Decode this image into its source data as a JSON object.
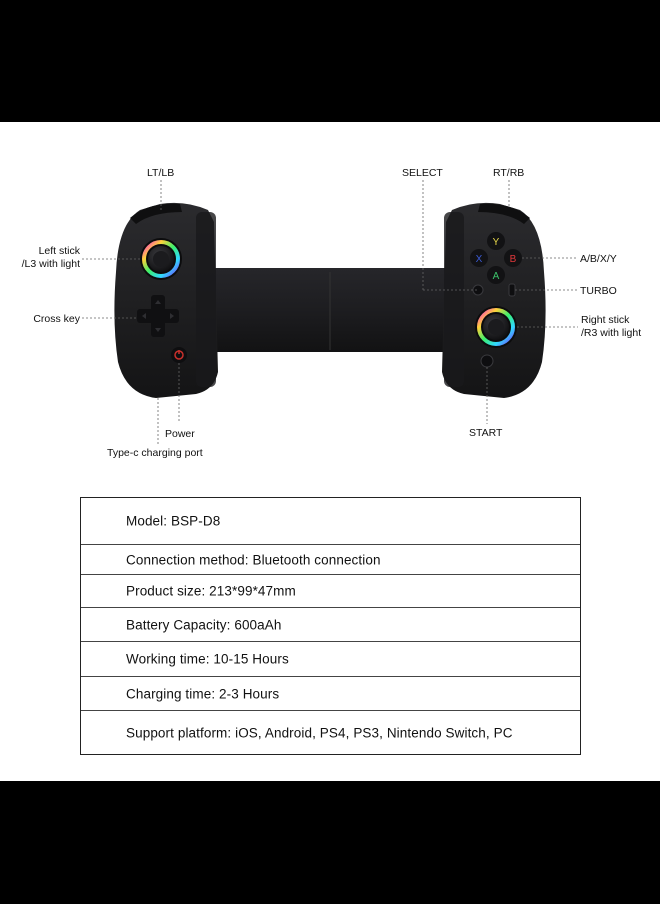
{
  "labels": {
    "lt_lb": "LT/LB",
    "select": "SELECT",
    "rt_rb": "RT/RB",
    "left_stick_1": "Left stick",
    "left_stick_2": "/L3 with light",
    "abxy": "A/B/X/Y",
    "turbo": "TURBO",
    "cross_key": "Cross key",
    "right_stick_1": "Right stick",
    "right_stick_2": "/R3 with light",
    "power": "Power",
    "start": "START",
    "typec": "Type-c charging port"
  },
  "buttons": {
    "y": "Y",
    "x": "X",
    "b": "B",
    "a": "A"
  },
  "colors": {
    "body": "#1c1c1e",
    "y": "#e8d84a",
    "x": "#3b5bd6",
    "b": "#e0383b",
    "a": "#3cc46b",
    "power": "#c9302c"
  },
  "specs": [
    "Model: BSP-D8",
    "Connection method: Bluetooth connection",
    "Product size: 213*99*47mm",
    "Battery Capacity: 600aAh",
    "Working time: 10-15 Hours",
    "Charging time: 2-3 Hours",
    "Support platform: iOS, Android, PS4, PS3, Nintendo Switch, PC"
  ]
}
